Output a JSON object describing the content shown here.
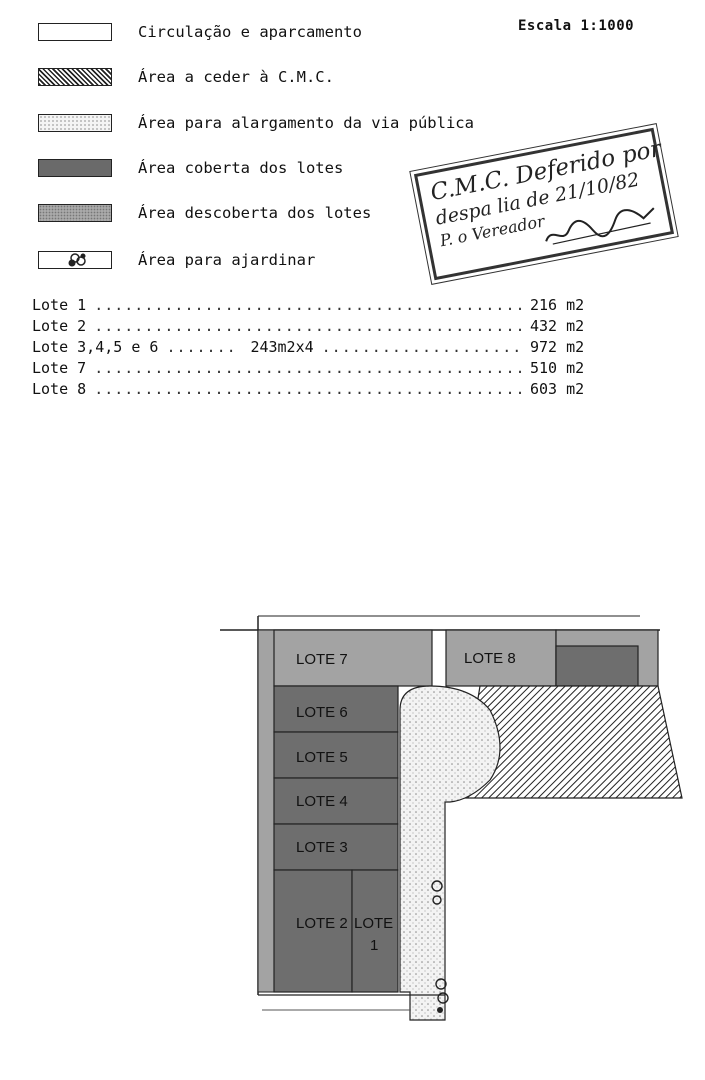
{
  "legend": [
    {
      "key": "circulacao",
      "label": "Circulação e aparcamento"
    },
    {
      "key": "ceder",
      "label": "Área a ceder à C.M.C."
    },
    {
      "key": "alargamento",
      "label": "Área para alargamento da via pública"
    },
    {
      "key": "coberta",
      "label": "Área coberta dos lotes"
    },
    {
      "key": "descoberta",
      "label": "Área descoberta dos lotes"
    },
    {
      "key": "ajardinar",
      "label": "Área para ajardinar"
    }
  ],
  "scale": "Escala 1:1000",
  "stamp": {
    "line1": "C.M.C. Deferido por",
    "line2": "despa lia de 21/10/82",
    "line3": "P. o Vereador"
  },
  "lotes": [
    {
      "name": "Lote 1",
      "calc": "",
      "area": "216 m2"
    },
    {
      "name": "Lote 2",
      "calc": "",
      "area": "432 m2"
    },
    {
      "name": "Lote 3,4,5 e 6",
      "calc": "243m2x4",
      "area": "972 m2"
    },
    {
      "name": "Lote 7",
      "calc": "",
      "area": "510 m2"
    },
    {
      "name": "Lote 8",
      "calc": "",
      "area": "603 m2"
    }
  ],
  "plan": {
    "lot7": "LOTE 7",
    "lot8": "LOTE 8",
    "lot6": "LOTE 6",
    "lot5": "LOTE 5",
    "lot4": "LOTE 4",
    "lot3": "LOTE 3",
    "lot2": "LOTE 2",
    "lot1_a": "LOTE",
    "lot1_b": "1"
  },
  "colors": {
    "covered": "#6e6e6e",
    "uncovered": "#9f9f9f",
    "ink": "#111111"
  }
}
